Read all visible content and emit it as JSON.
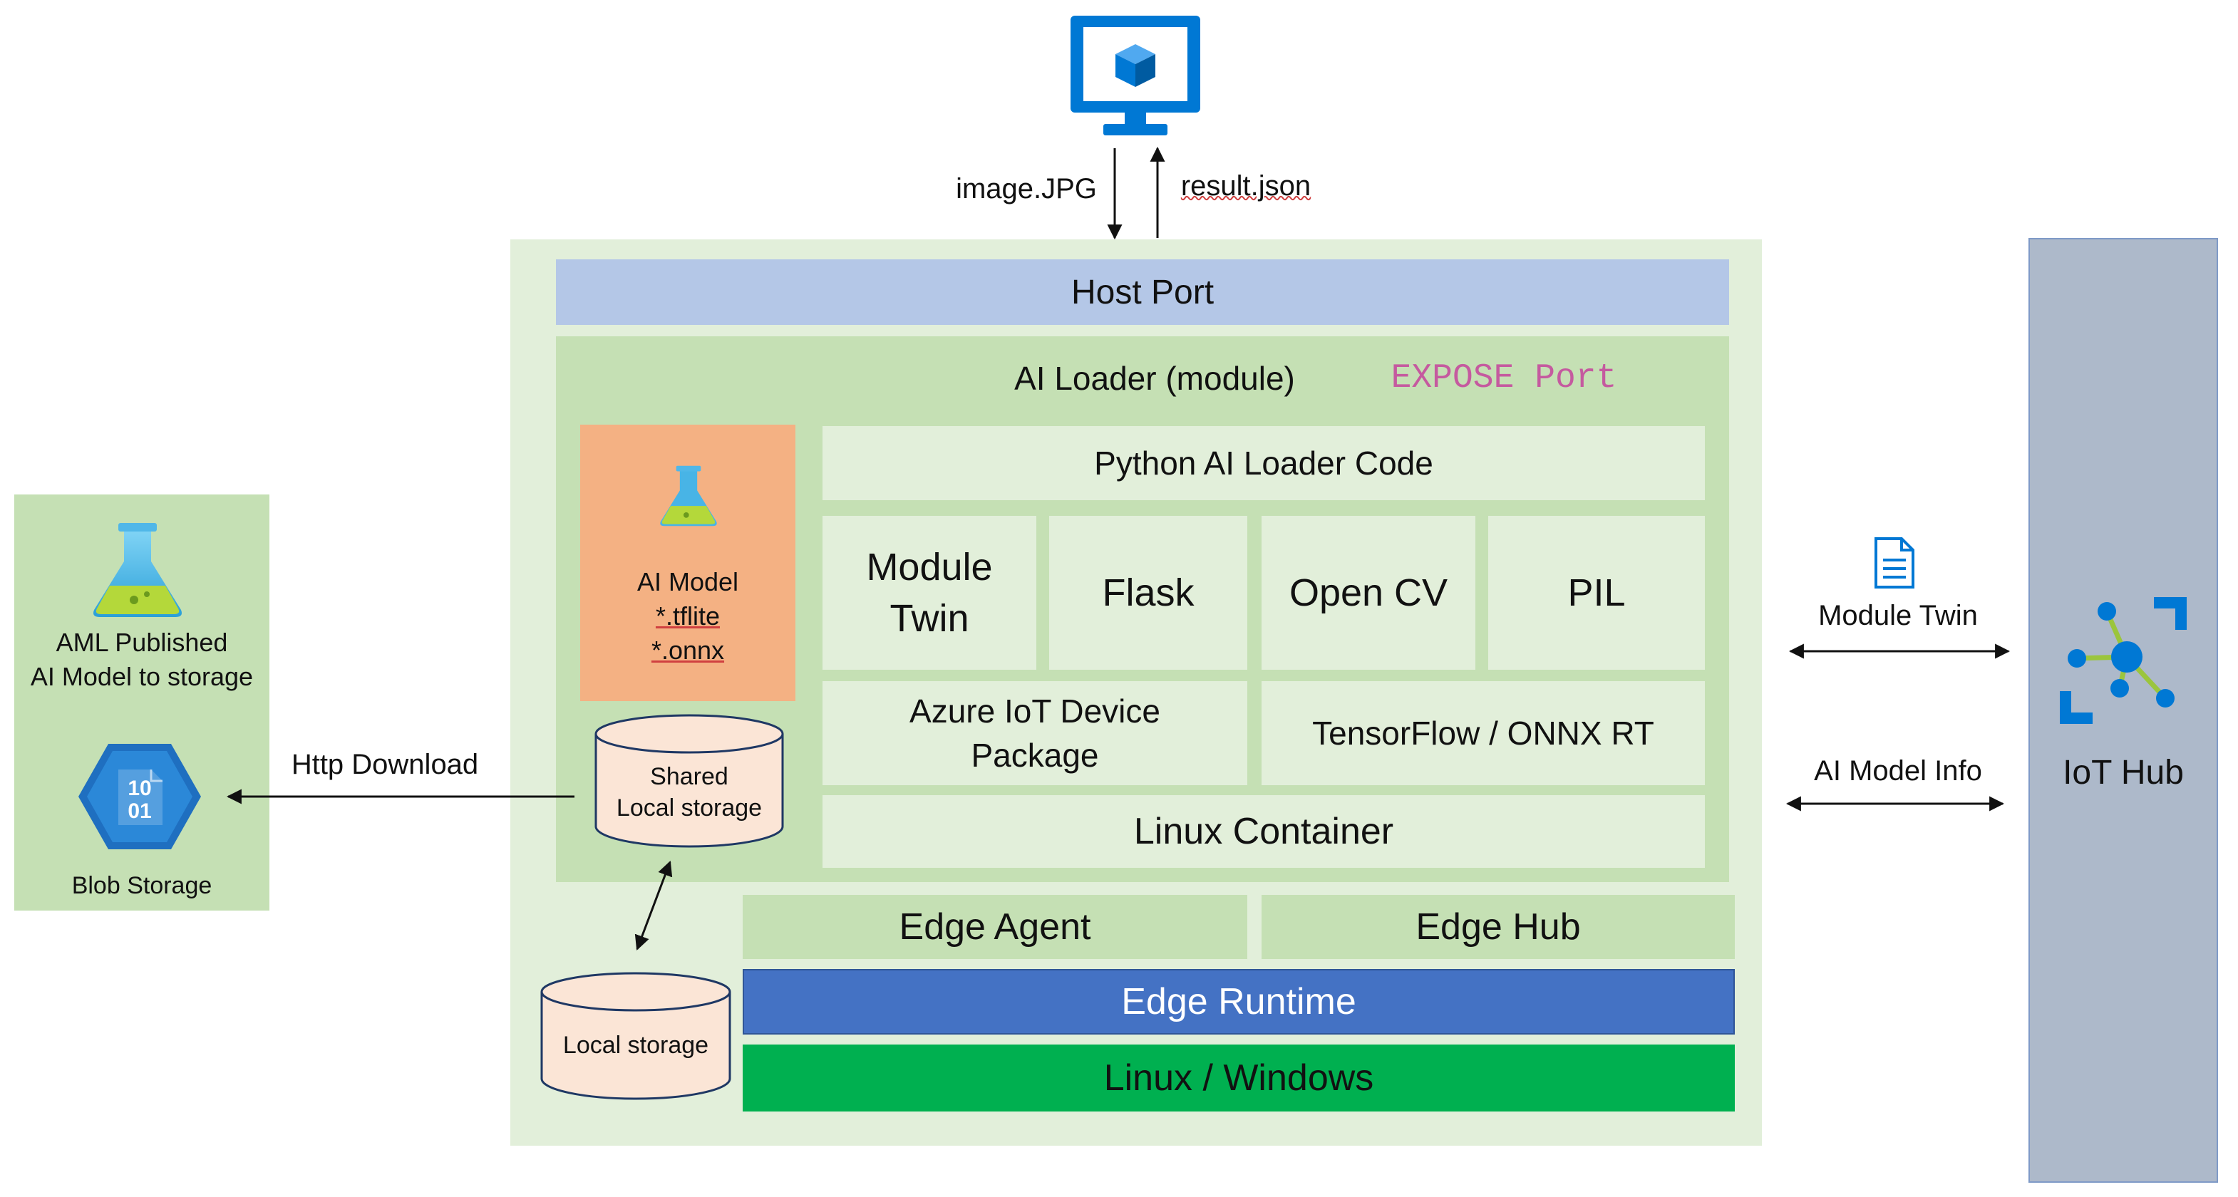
{
  "top": {
    "image_label": "image.JPG",
    "result_label": "result.json"
  },
  "aml": {
    "line1": "AML Published",
    "line2": "AI Model to storage"
  },
  "blob": {
    "label": "Blob Storage",
    "bits1": "10",
    "bits2": "01"
  },
  "http_download": "Http Download",
  "host_port": "Host Port",
  "ai_loader": {
    "title": "AI Loader (module)",
    "expose": "EXPOSE Port"
  },
  "ai_model": {
    "line1": "AI Model",
    "line2": "*.tflite",
    "line3": "*.onnx"
  },
  "shared_storage": {
    "line1": "Shared",
    "line2": "Local storage"
  },
  "stack": {
    "python": "Python AI Loader Code",
    "module_twin_1": "Module",
    "module_twin_2": "Twin",
    "flask": "Flask",
    "opencv": "Open CV",
    "pil": "PIL",
    "azure_iot_1": "Azure IoT Device",
    "azure_iot_2": "Package",
    "tensorflow": "TensorFlow / ONNX RT",
    "linux_container": "Linux Container"
  },
  "runtime": {
    "edge_agent": "Edge Agent",
    "edge_hub": "Edge Hub",
    "edge_runtime": "Edge Runtime",
    "os": "Linux / Windows"
  },
  "local_storage": "Local storage",
  "right": {
    "module_twin": "Module Twin",
    "ai_model_info": "AI Model Info",
    "iot_hub": "IoT Hub"
  },
  "colors": {
    "outer_bg": "#e2efda",
    "mid_bg": "#c5e0b4",
    "host_port": "#b4c7e7",
    "ai_model_bg": "#f4b183",
    "storage_fill": "#fbe5d6",
    "storage_stroke": "#1f3864",
    "edge_runtime": "#4472c4",
    "linux_windows": "#00b050",
    "iot_hub_bg": "#adb9ca",
    "azure_blue": "#0078d4",
    "expose": "#c55a9f"
  },
  "icons": {
    "monitor": "monitor-cube-icon",
    "flask": "flask-icon",
    "blob": "blob-storage-icon",
    "document": "document-icon",
    "iot_hub": "iot-hub-icon"
  }
}
